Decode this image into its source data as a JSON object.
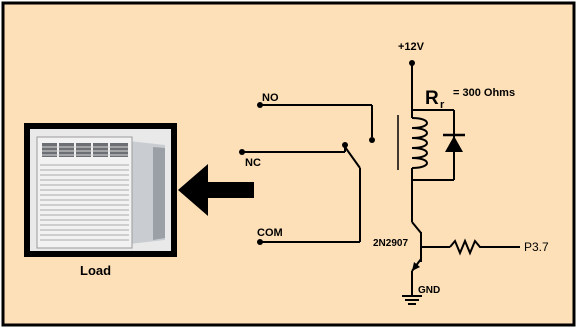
{
  "labels": {
    "vcc": "+12V",
    "rr_main": "R",
    "rr_sub": "r",
    "rr_value": "= 300 Ohms",
    "no": "NO",
    "nc": "NC",
    "com": "COM",
    "transistor": "2N2907",
    "port": "P3.7",
    "gnd": "GND",
    "load": "Load"
  },
  "colors": {
    "background": "#fde0b8",
    "border": "#000000",
    "wire": "#000000",
    "arrow": "#000000",
    "load_frame": "#000000",
    "load_image_bg": "#e9e9e9",
    "ac_unit_body": "#f2f2f2"
  },
  "icons": {
    "load": "air-conditioner-image",
    "direction": "left-arrow-icon"
  }
}
